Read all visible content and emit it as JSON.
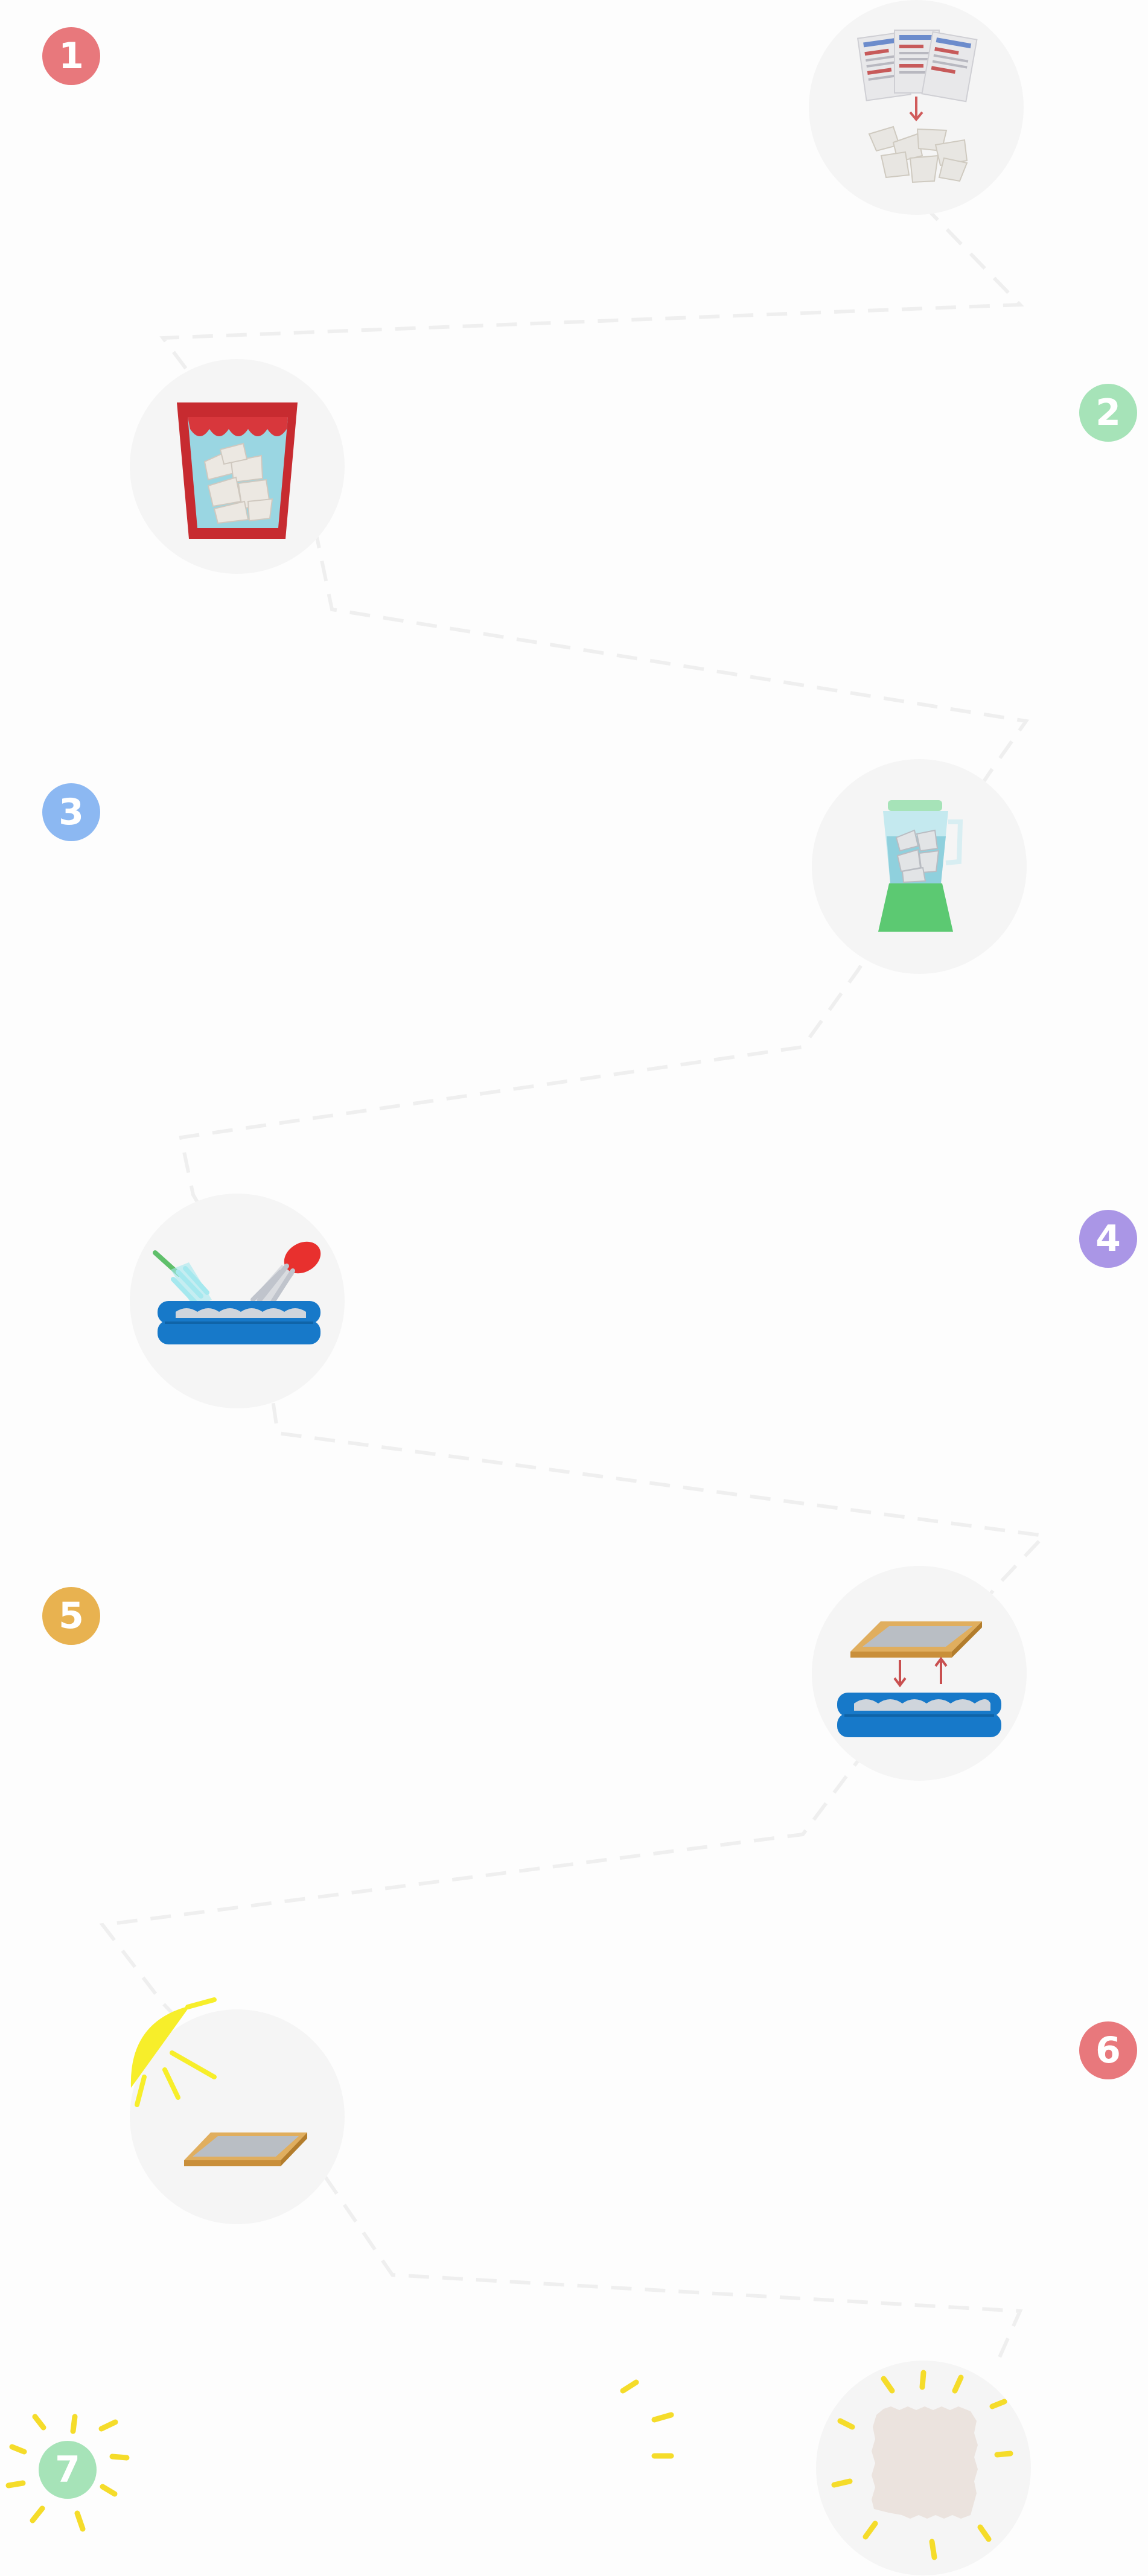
{
  "steps": [
    {
      "label": "1",
      "color": "#e8787c",
      "icon": "shred-paper-icon"
    },
    {
      "label": "2",
      "color": "#a6e3b8",
      "icon": "soak-paper-in-water-bucket-icon"
    },
    {
      "label": "3",
      "color": "#8cb8f2",
      "icon": "blender-icon"
    },
    {
      "label": "4",
      "color": "#aa96e6",
      "icon": "pour-pulp-into-tub-icon"
    },
    {
      "label": "5",
      "color": "#e8b250",
      "icon": "dip-screen-frame-in-tub-icon"
    },
    {
      "label": "6",
      "color": "#e8787c",
      "icon": "sun-dry-frame-icon"
    },
    {
      "label": "7",
      "color": "#a6e3b8",
      "icon": "finished-paper-sheet-icon"
    }
  ],
  "colors": {
    "background": "#fdfdfd",
    "icon_circle": "#f5f5f5",
    "path_dash": "#efefef",
    "sparkle": "#f5dc2a",
    "arrow": "#d05a5a"
  }
}
